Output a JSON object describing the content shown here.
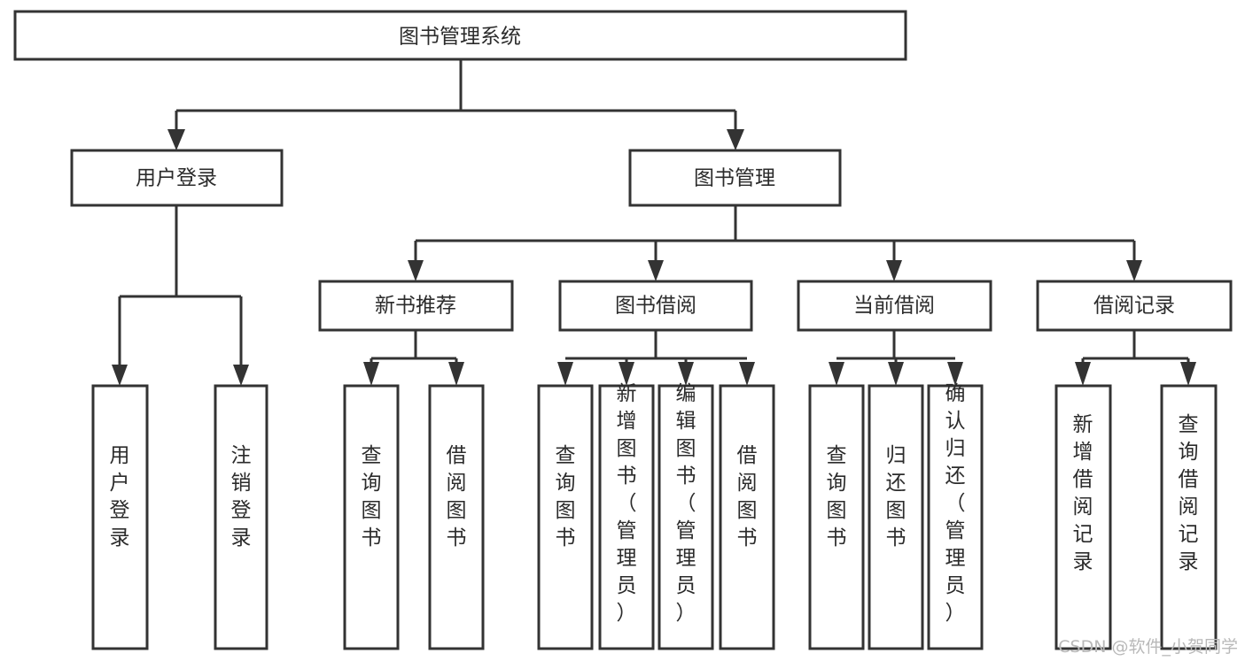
{
  "diagram": {
    "type": "tree-hierarchy",
    "title": "图书管理系统",
    "watermark": "CSDN @软件_小贺同学",
    "colors": {
      "stroke": "#333333",
      "fill": "#ffffff",
      "text": "#2b2b2b",
      "watermark": "#b9b9b9"
    },
    "levels": [
      {
        "level": 1,
        "nodes": [
          {
            "id": "root",
            "label": "图书管理系统",
            "orientation": "horizontal"
          }
        ]
      },
      {
        "level": 2,
        "nodes": [
          {
            "id": "user-login",
            "label": "用户登录",
            "orientation": "horizontal",
            "parent": "root"
          },
          {
            "id": "book-manage",
            "label": "图书管理",
            "orientation": "horizontal",
            "parent": "root"
          }
        ]
      },
      {
        "level": 3,
        "nodes": [
          {
            "id": "new-book-rec",
            "label": "新书推荐",
            "orientation": "horizontal",
            "parent": "book-manage"
          },
          {
            "id": "book-borrow",
            "label": "图书借阅",
            "orientation": "horizontal",
            "parent": "book-manage"
          },
          {
            "id": "current-borrow",
            "label": "当前借阅",
            "orientation": "horizontal",
            "parent": "book-manage"
          },
          {
            "id": "borrow-record",
            "label": "借阅记录",
            "orientation": "horizontal",
            "parent": "book-manage"
          }
        ]
      },
      {
        "level": 4,
        "nodes": [
          {
            "id": "leaf-user-login",
            "label": "用户登录",
            "orientation": "vertical",
            "parent": "user-login"
          },
          {
            "id": "leaf-logout",
            "label": "注销登录",
            "orientation": "vertical",
            "parent": "user-login"
          },
          {
            "id": "leaf-query-book-1",
            "label": "查询图书",
            "orientation": "vertical",
            "parent": "new-book-rec"
          },
          {
            "id": "leaf-borrow-book-1",
            "label": "借阅图书",
            "orientation": "vertical",
            "parent": "new-book-rec"
          },
          {
            "id": "leaf-query-book-2",
            "label": "查询图书",
            "orientation": "vertical",
            "parent": "book-borrow"
          },
          {
            "id": "leaf-add-book",
            "label": "新增图书（管理员）",
            "orientation": "vertical",
            "parent": "book-borrow"
          },
          {
            "id": "leaf-edit-book",
            "label": "编辑图书（管理员）",
            "orientation": "vertical",
            "parent": "book-borrow"
          },
          {
            "id": "leaf-borrow-book-2",
            "label": "借阅图书",
            "orientation": "vertical",
            "parent": "book-borrow"
          },
          {
            "id": "leaf-query-book-3",
            "label": "查询图书",
            "orientation": "vertical",
            "parent": "current-borrow"
          },
          {
            "id": "leaf-return-book",
            "label": "归还图书",
            "orientation": "vertical",
            "parent": "current-borrow"
          },
          {
            "id": "leaf-confirm-return",
            "label": "确认归还（管理员）",
            "orientation": "vertical",
            "parent": "current-borrow"
          },
          {
            "id": "leaf-add-record",
            "label": "新增借阅记录",
            "orientation": "vertical",
            "parent": "borrow-record"
          },
          {
            "id": "leaf-query-record",
            "label": "查询借阅记录",
            "orientation": "vertical",
            "parent": "borrow-record"
          }
        ]
      }
    ],
    "node_labels": {
      "root": "图书管理系统",
      "user_login": "用户登录",
      "book_manage": "图书管理",
      "new_book_rec": "新书推荐",
      "book_borrow": "图书借阅",
      "current_borrow": "当前借阅",
      "borrow_record": "借阅记录",
      "leaf_user_login": "用户登录",
      "leaf_logout": "注销登录",
      "leaf_query_book_1": "查询图书",
      "leaf_borrow_book_1": "借阅图书",
      "leaf_query_book_2": "查询图书",
      "leaf_add_book": "新增图书（管理员）",
      "leaf_edit_book": "编辑图书（管理员）",
      "leaf_borrow_book_2": "借阅图书",
      "leaf_query_book_3": "查询图书",
      "leaf_return_book": "归还图书",
      "leaf_confirm_return": "确认归还（管理员）",
      "leaf_add_record": "新增借阅记录",
      "leaf_query_record": "查询借阅记录"
    }
  }
}
